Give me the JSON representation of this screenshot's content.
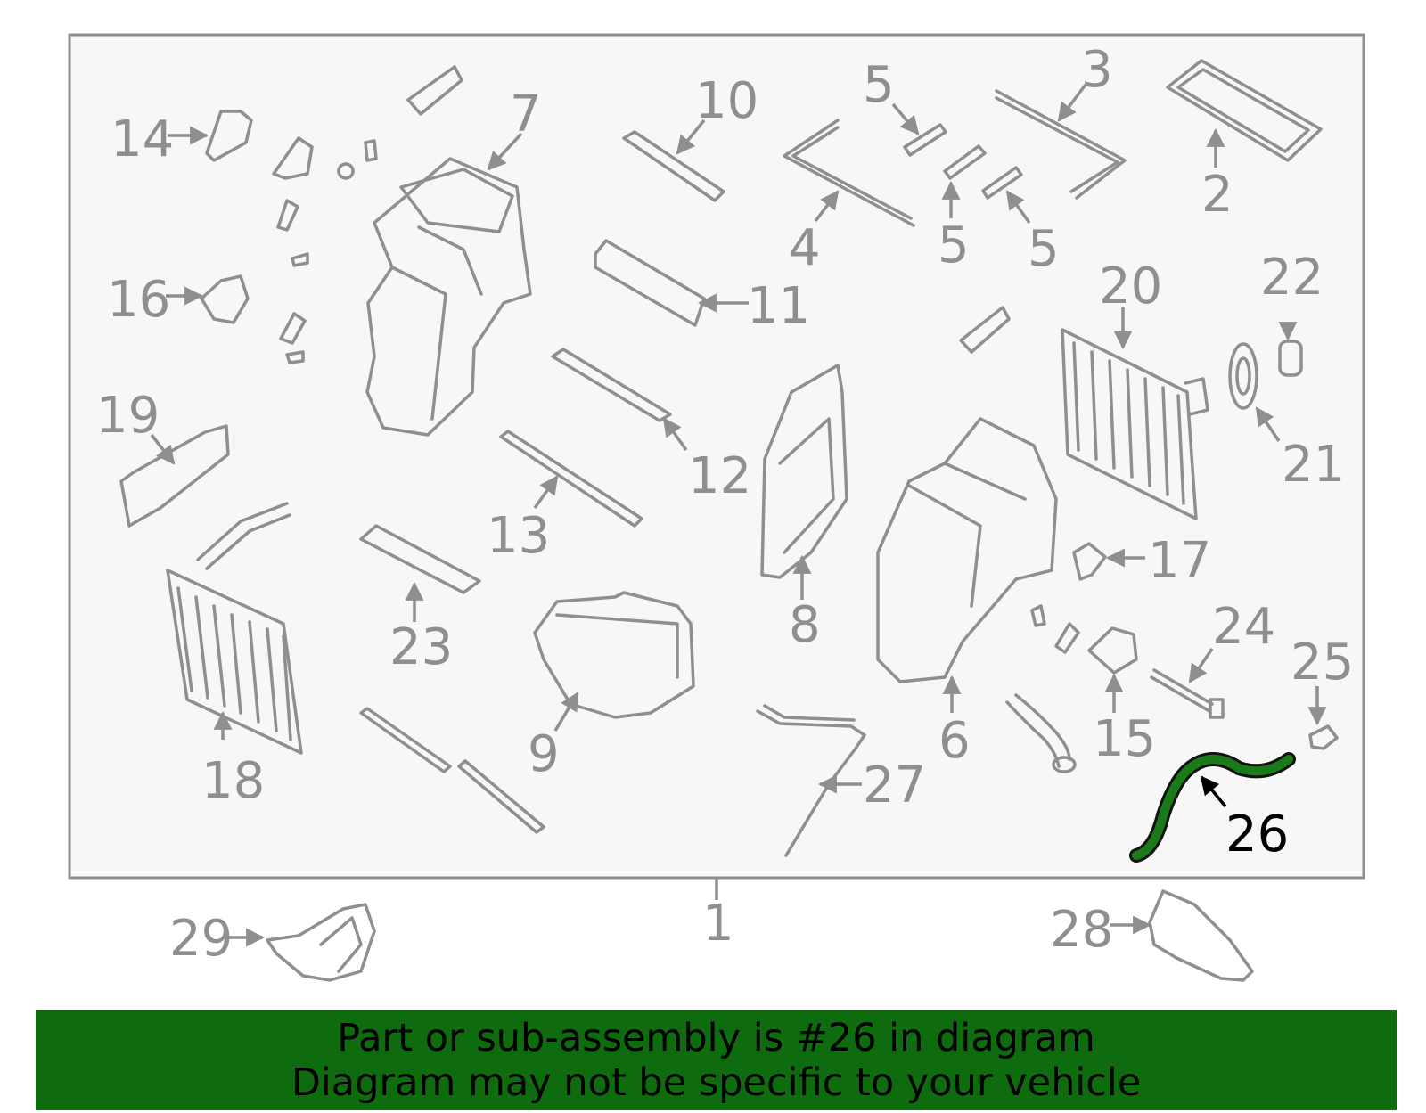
{
  "colors": {
    "parts": "#8f8f8f",
    "highlight": "#1a7a1a",
    "banner_bg": "#0e6b0e",
    "panel_bg": "#f7f7f7",
    "highlight_label": "#000000"
  },
  "highlighted_part": "26",
  "callouts": [
    {
      "id": "1",
      "label": "1"
    },
    {
      "id": "2",
      "label": "2"
    },
    {
      "id": "3",
      "label": "3"
    },
    {
      "id": "4",
      "label": "4"
    },
    {
      "id": "5a",
      "label": "5"
    },
    {
      "id": "5b",
      "label": "5"
    },
    {
      "id": "5c",
      "label": "5"
    },
    {
      "id": "6",
      "label": "6"
    },
    {
      "id": "7",
      "label": "7"
    },
    {
      "id": "8",
      "label": "8"
    },
    {
      "id": "9",
      "label": "9"
    },
    {
      "id": "10",
      "label": "10"
    },
    {
      "id": "11",
      "label": "11"
    },
    {
      "id": "12",
      "label": "12"
    },
    {
      "id": "13",
      "label": "13"
    },
    {
      "id": "14",
      "label": "14"
    },
    {
      "id": "15",
      "label": "15"
    },
    {
      "id": "16",
      "label": "16"
    },
    {
      "id": "17",
      "label": "17"
    },
    {
      "id": "18",
      "label": "18"
    },
    {
      "id": "19",
      "label": "19"
    },
    {
      "id": "20",
      "label": "20"
    },
    {
      "id": "21",
      "label": "21"
    },
    {
      "id": "22",
      "label": "22"
    },
    {
      "id": "23",
      "label": "23"
    },
    {
      "id": "24",
      "label": "24"
    },
    {
      "id": "25",
      "label": "25"
    },
    {
      "id": "26",
      "label": "26"
    },
    {
      "id": "27",
      "label": "27"
    },
    {
      "id": "28",
      "label": "28"
    },
    {
      "id": "29",
      "label": "29"
    }
  ],
  "banner": {
    "line1": "Part or sub-assembly is #26 in diagram",
    "line2": "Diagram may not be specific to your vehicle"
  }
}
